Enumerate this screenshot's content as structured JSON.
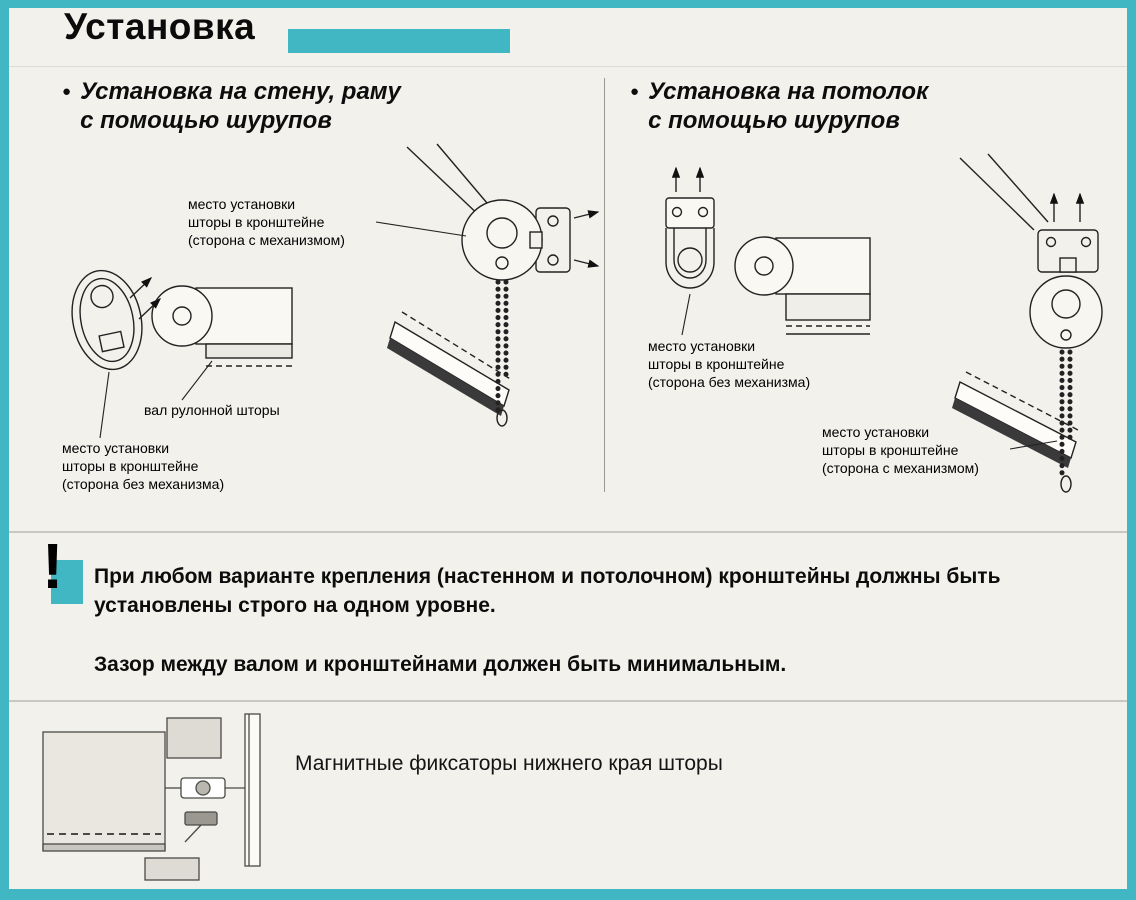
{
  "page": {
    "title": "Установка"
  },
  "ui": {
    "bullet": "●",
    "warning_mark": "!"
  },
  "colors": {
    "accent": "#41b7c3"
  },
  "wall_section": {
    "heading": "Установка на стену, раму\nс помощью шурупов",
    "label_bracket_mechanism": "место установки\nшторы в кронштейне\n(сторона с механизмом)",
    "label_shaft": "вал рулонной шторы",
    "label_bracket_no_mechanism": "место установки\nшторы в кронштейне\n(сторона без механизма)"
  },
  "ceiling_section": {
    "heading": "Установка на потолок\nс помощью шурупов",
    "label_bracket_no_mechanism": "место установки\nшторы в кронштейне\n(сторона без механизма)",
    "label_bracket_mechanism": "место установки\nшторы в кронштейне\n(сторона с механизмом)"
  },
  "warning_section": {
    "line1": "При любом варианте крепления (настенном и потолочном) кронштейны должны быть установлены строго на одном уровне.",
    "line2": "Зазор между валом и кронштейнами должен быть минимальным."
  },
  "magnet_section": {
    "caption": "Магнитные фиксаторы нижнего края шторы"
  }
}
